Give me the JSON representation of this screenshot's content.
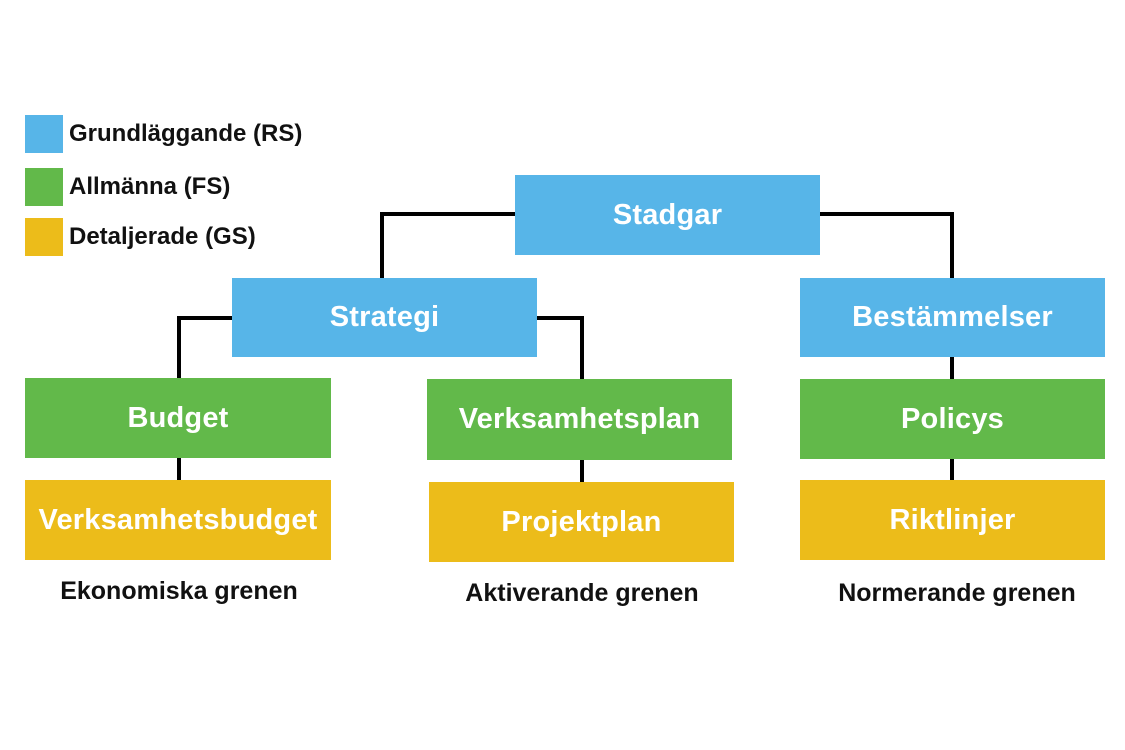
{
  "colors": {
    "rs": "#57b5e8",
    "fs": "#62b94a",
    "gs": "#ecbc1a",
    "line": "#000000"
  },
  "legend": [
    {
      "label": "Grundläggande (RS)",
      "level": "rs"
    },
    {
      "label": "Allmänna (FS)",
      "level": "fs"
    },
    {
      "label": "Detaljerade (GS)",
      "level": "gs"
    }
  ],
  "nodes": {
    "stadgar": {
      "label": "Stadgar",
      "level": "rs"
    },
    "strategi": {
      "label": "Strategi",
      "level": "rs"
    },
    "bestammelser": {
      "label": "Bestämmelser",
      "level": "rs"
    },
    "budget": {
      "label": "Budget",
      "level": "fs"
    },
    "verksamhetsplan": {
      "label": "Verksamhetsplan",
      "level": "fs"
    },
    "policys": {
      "label": "Policys",
      "level": "fs"
    },
    "verksamhetsbudget": {
      "label": "Verksamhetsbudget",
      "level": "gs"
    },
    "projektplan": {
      "label": "Projektplan",
      "level": "gs"
    },
    "riktlinjer": {
      "label": "Riktlinjer",
      "level": "gs"
    }
  },
  "branches": [
    {
      "label": "Ekonomiska grenen"
    },
    {
      "label": "Aktiverande grenen"
    },
    {
      "label": "Normerande grenen"
    }
  ]
}
